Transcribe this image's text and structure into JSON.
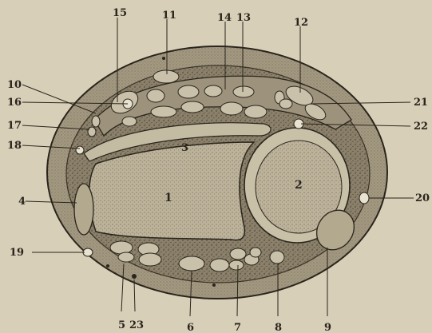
{
  "figure": {
    "labels": {
      "l1": "1",
      "l2": "2",
      "l3": "3",
      "l4": "4",
      "l5": "5",
      "l6": "6",
      "l7": "7",
      "l8": "8",
      "l9": "9",
      "l10": "10",
      "l11": "11",
      "l12": "12",
      "l13": "13",
      "l14": "14",
      "l15": "15",
      "l16": "16",
      "l17": "17",
      "l18": "18",
      "l19": "19",
      "l20": "20",
      "l21": "21",
      "l22": "22",
      "l23": "23"
    },
    "colors": {
      "paper": "#d8cfb8",
      "skin": "#9a8f79",
      "tissue": "#857a64",
      "bone": "#b8ad95",
      "ink": "#2a241c",
      "tendon": "#c9c1a9"
    }
  }
}
